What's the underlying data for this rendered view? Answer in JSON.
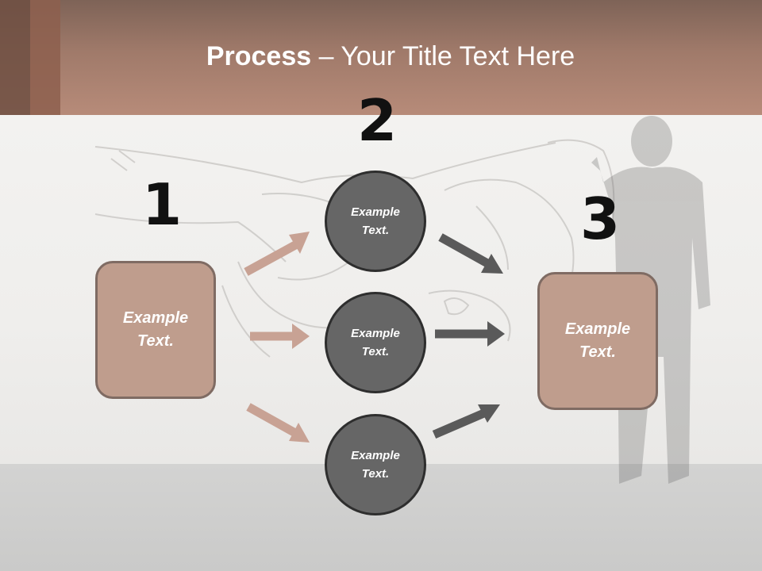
{
  "title": {
    "bold": "Process",
    "rest": " – Your Title Text Here"
  },
  "steps": [
    {
      "number": "1",
      "line1": "Example",
      "line2": "Text."
    },
    {
      "number": "2"
    },
    {
      "number": "3",
      "line1": "Example",
      "line2": "Text."
    }
  ],
  "circles": [
    {
      "line1": "Example",
      "line2": "Text."
    },
    {
      "line1": "Example",
      "line2": "Text."
    },
    {
      "line1": "Example",
      "line2": "Text."
    }
  ],
  "colors": {
    "header": "#b78b79",
    "box": "#bf9d8d",
    "circle": "#666666",
    "arrow_left": "#c8a294",
    "arrow_right": "#5a5a5a"
  }
}
